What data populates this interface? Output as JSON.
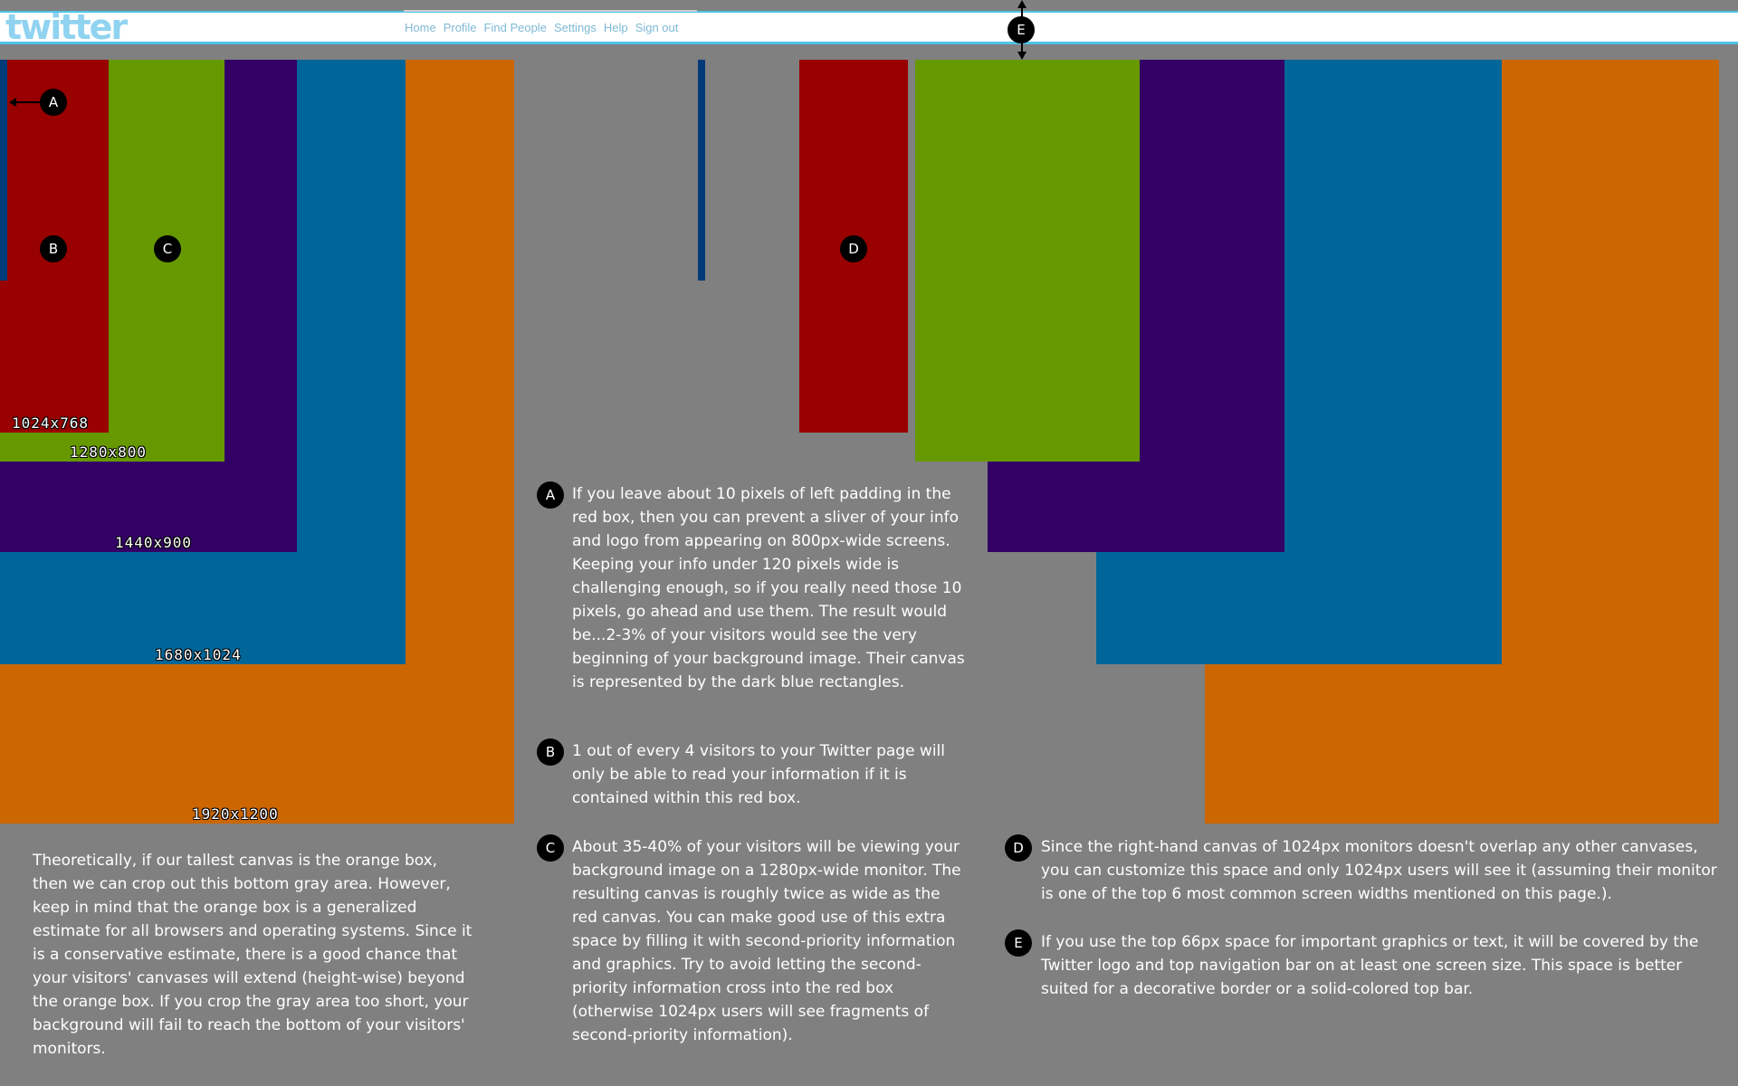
{
  "header": {
    "logo": "twitter",
    "nav": [
      "Home",
      "Profile",
      "Find People",
      "Settings",
      "Help",
      "Sign out"
    ]
  },
  "colors": {
    "background": "#808080",
    "red": "#990000",
    "green": "#669900",
    "purple": "#330066",
    "blue": "#006699",
    "orange": "#cc6600",
    "dark_blue": "#003a78",
    "header_accent": "#4fc3e6"
  },
  "resolutions": [
    "1024x768",
    "1280x800",
    "1440x900",
    "1680x1024",
    "1920x1200"
  ],
  "markers": [
    "A",
    "B",
    "C",
    "D",
    "E"
  ],
  "left_note": "Theoretically, if our tallest canvas is the orange box, then we can crop out this bottom gray area. However, keep in mind that the orange box is a generalized estimate for all browsers and operating systems. Since it is a conservative estimate, there is a good chance that your visitors' canvases will extend (height-wise) beyond the orange box. If you crop the gray area too short, your background will fail to reach the bottom of your visitors' monitors.",
  "notes": {
    "A": "If you leave about 10 pixels of left padding in the red box, then you can prevent a sliver of your info and logo from appearing on 800px-wide screens. Keeping your info under 120 pixels wide is challenging enough, so if you really need those 10 pixels, go ahead and use them. The result would be...2-3% of your visitors would see the very beginning of your background image. Their canvas is represented by the dark blue rectangles.",
    "B": "1 out of every 4 visitors to your Twitter page will only be able to read your information if it is contained within this red box.",
    "C": "About 35-40% of your visitors will be viewing your background image on a 1280px-wide monitor. The resulting canvas is roughly twice as wide as the red canvas. You can make good use of this extra space by filling it with second-priority information and graphics. Try to avoid letting the second-priority information cross into the red box (otherwise 1024px users will see fragments of second-priority information).",
    "D": "Since the right-hand canvas of 1024px monitors doesn't overlap any other canvases, you can customize this space and only 1024px users will see it (assuming their monitor is one of the top 6 most common screen widths mentioned on this page.).",
    "E": "If you use the top 66px space for important graphics or text, it will be covered by the Twitter logo and top navigation bar on at least one screen size. This space is better suited for a decorative border or a solid-colored top bar."
  }
}
